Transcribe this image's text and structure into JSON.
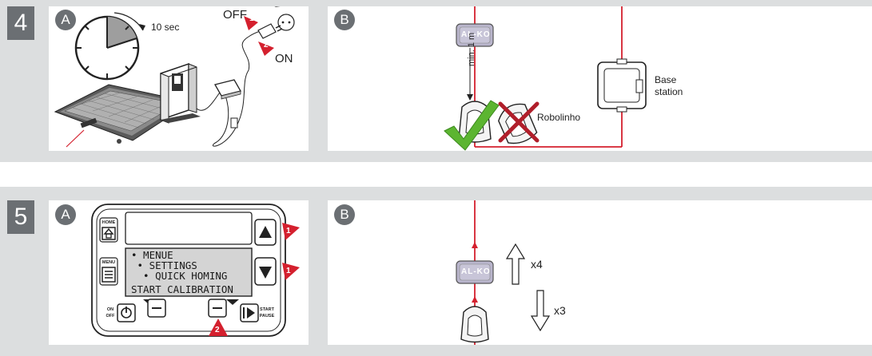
{
  "step4": {
    "number": "4",
    "panel_a": {
      "badge": "A",
      "timer_label": "10 sec",
      "off_label": "OFF",
      "on_label": "ON",
      "marker_1": "1",
      "marker_2": "2"
    },
    "panel_b": {
      "badge": "B",
      "distance_label": "min. 1 m",
      "robot_label": "Robolinho",
      "base_label_line1": "Base",
      "base_label_line2": "station",
      "sensor_brand": "AL-KO"
    }
  },
  "step5": {
    "number": "5",
    "panel_a": {
      "badge": "A",
      "home_label": "HOME",
      "menu_label": "MENU",
      "on_label": "ON",
      "off_label": "OFF",
      "start_label": "START",
      "pause_label": "PAUSE",
      "lcd_line1": "• MENUE",
      "lcd_line2": " • SETTINGS",
      "lcd_line3": "  • QUICK HOMING",
      "lcd_line4": "START CALIBRATION",
      "marker_up": "1",
      "marker_down": "1",
      "marker_confirm": "2"
    },
    "panel_b": {
      "badge": "B",
      "up_count": "x4",
      "down_count": "x3",
      "sensor_brand": "AL-KO"
    }
  },
  "colors": {
    "band": "#dcdedf",
    "badge": "#6b6f73",
    "accent_red": "#d4202e",
    "check_green": "#5cb531",
    "sensor_purple": "#b9b5cc"
  }
}
